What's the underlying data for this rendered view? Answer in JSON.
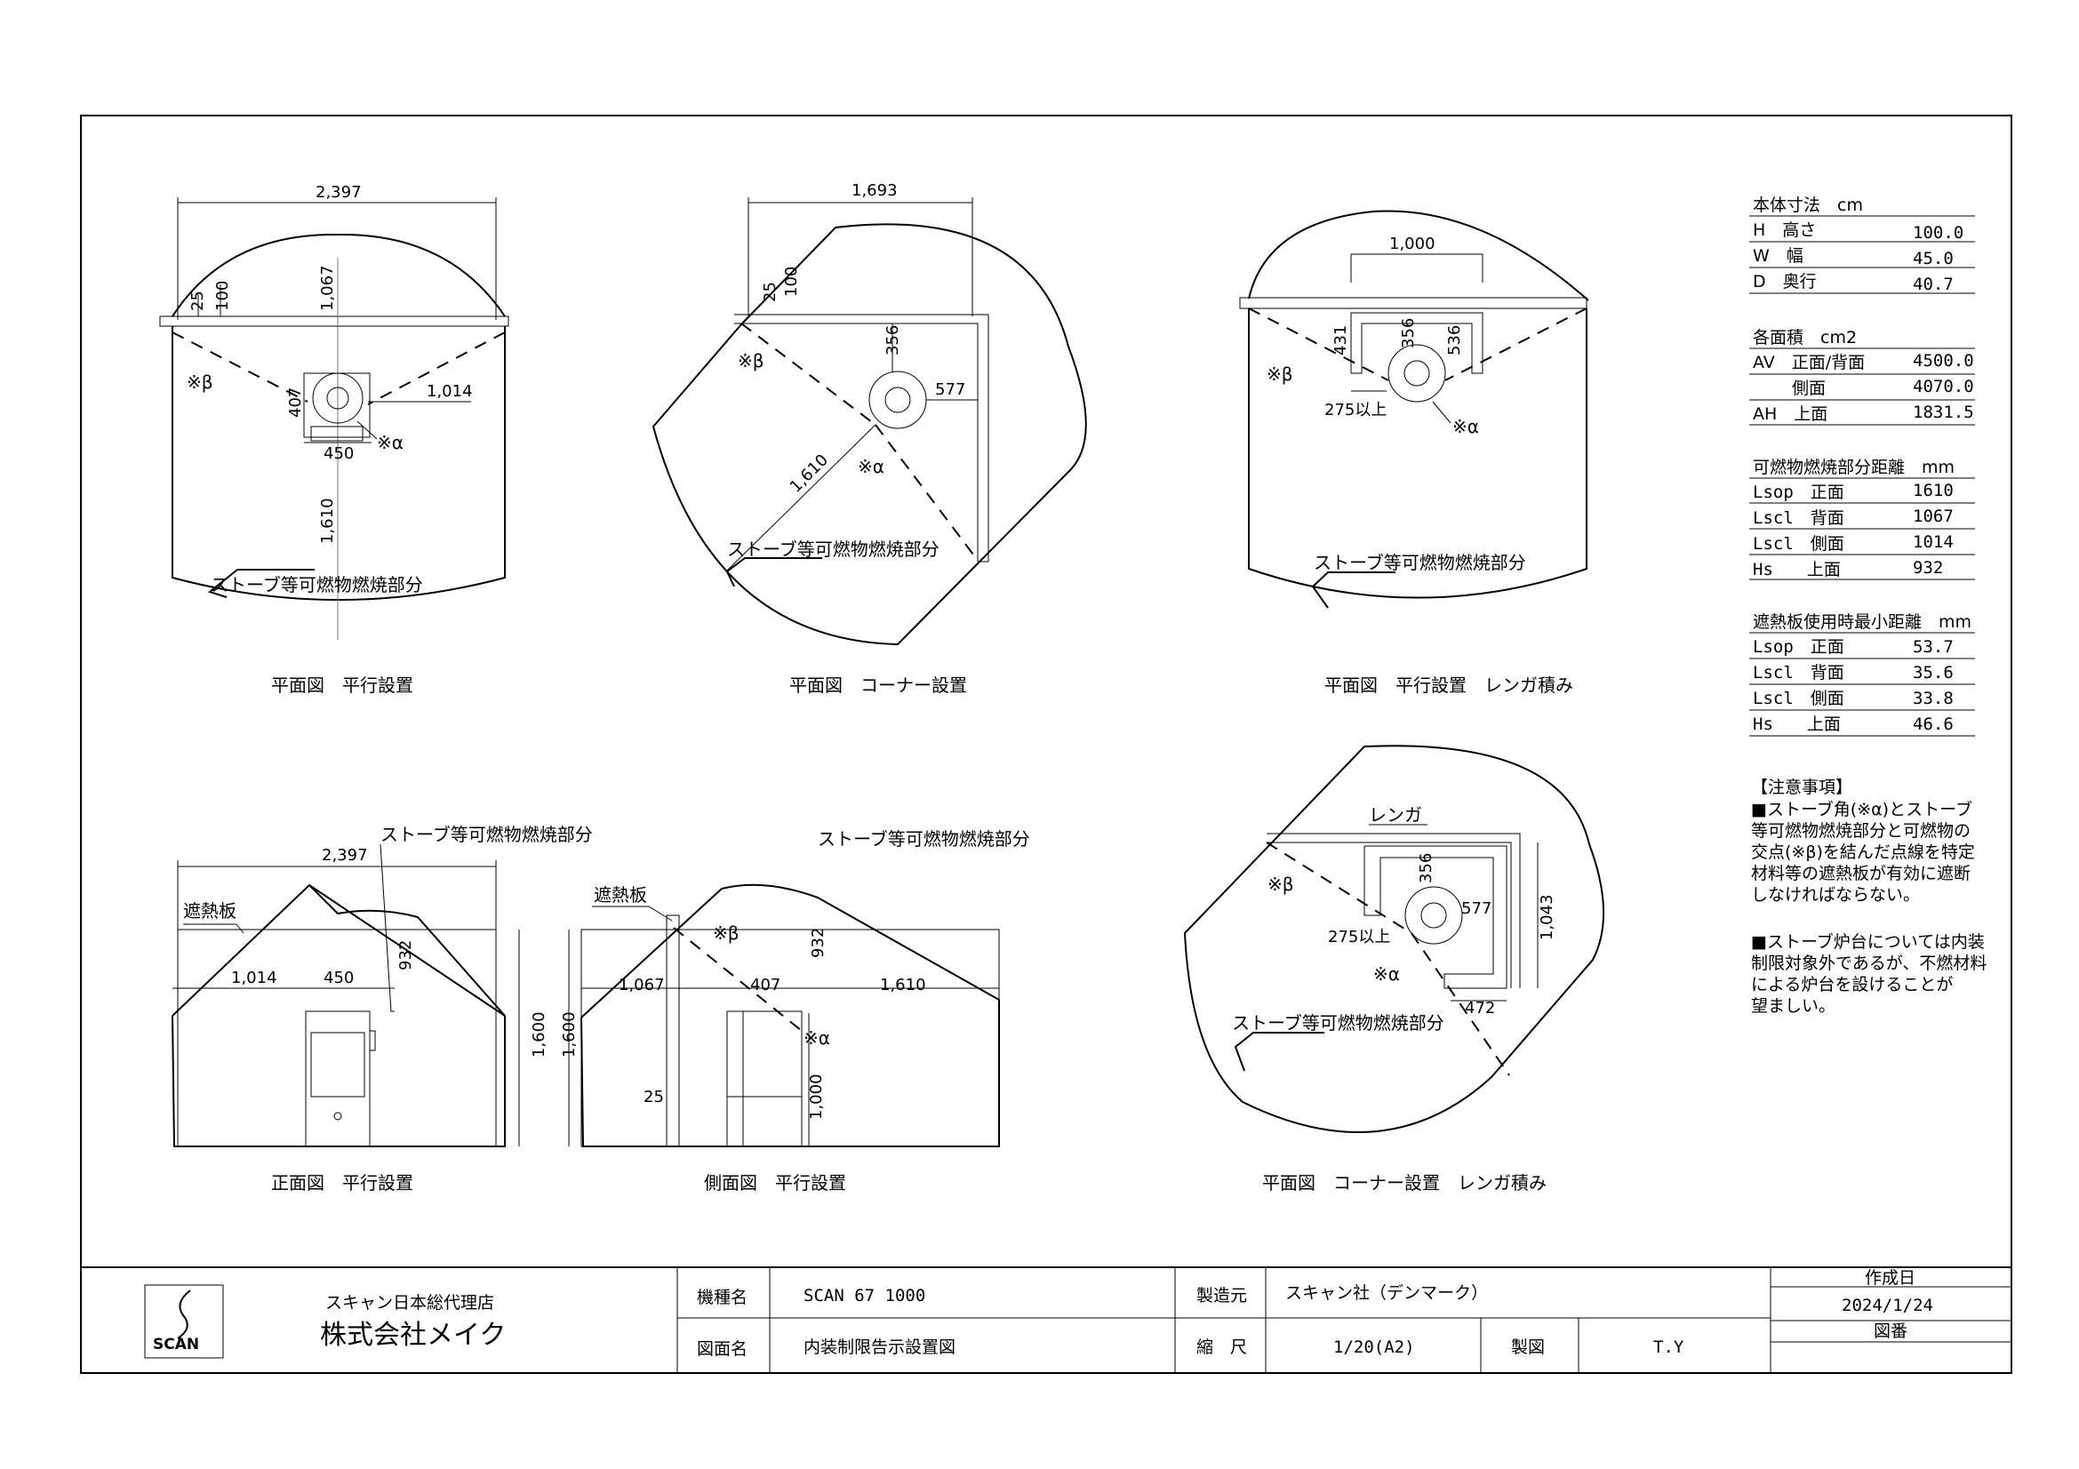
{
  "plans": {
    "plan1": {
      "caption": "平面図　平行設置",
      "width": "2,397",
      "back": "1,067",
      "d25": "25",
      "d100": "100",
      "stove_d": "407",
      "side": "1,014",
      "stove_w": "450",
      "front": "1,610",
      "beta": "※β",
      "alpha": "※α",
      "zone": "ストーブ等可燃物燃焼部分"
    },
    "plan2": {
      "caption": "平面図　コーナー設置",
      "width": "1,693",
      "d25": "25",
      "d100": "100",
      "d356": "356",
      "d577": "577",
      "front": "1,610",
      "beta": "※β",
      "alpha": "※α",
      "zone": "ストーブ等可燃物燃焼部分"
    },
    "plan3": {
      "caption": "平面図　平行設置　レンガ積み",
      "wall": "1,000",
      "d431": "431",
      "d356": "356",
      "d536": "536",
      "gap": "275以上",
      "beta": "※β",
      "alpha": "※α",
      "zone": "ストーブ等可燃物燃焼部分"
    },
    "plan4": {
      "caption": "平面図　コーナー設置　レンガ積み",
      "brick": "レンガ",
      "d356": "356",
      "d577": "577",
      "d1043": "1,043",
      "gap": "275以上",
      "d472": "472",
      "beta": "※β",
      "alpha": "※α",
      "zone": "ストーブ等可燃物燃焼部分"
    }
  },
  "elevations": {
    "front": {
      "caption": "正面図　平行設置",
      "zone": "ストーブ等可燃物燃焼部分",
      "width": "2,397",
      "shield": "遮熱板",
      "height": "932",
      "side": "1,014",
      "stove_w": "450",
      "total": "1,600"
    },
    "side": {
      "caption": "側面図　平行設置",
      "zone": "ストーブ等可燃物燃焼部分",
      "shield": "遮熱板",
      "beta": "※β",
      "alpha": "※α",
      "height": "932",
      "total": "1,600",
      "back": "1,067",
      "stove_d": "407",
      "front": "1,610",
      "d25": "25",
      "d1000": "1,000"
    }
  },
  "spec": {
    "body": {
      "title": "本体寸法　cm",
      "rows": [
        [
          "H　高さ",
          "100.0"
        ],
        [
          "W　幅",
          "45.0"
        ],
        [
          "D　奥行",
          "40.7"
        ]
      ]
    },
    "area": {
      "title": "各面積　cm2",
      "rows": [
        [
          "AV　正面/背面",
          "4500.0"
        ],
        [
          "　　 側面",
          "4070.0"
        ],
        [
          "AH　上面",
          "1831.5"
        ]
      ]
    },
    "dist": {
      "title": "可燃物燃焼部分距離　mm",
      "rows": [
        [
          "Lsop　正面",
          "1610"
        ],
        [
          "Lscl　背面",
          "1067"
        ],
        [
          "Lscl　側面",
          "1014"
        ],
        [
          "Hs　　上面",
          "932"
        ]
      ]
    },
    "min": {
      "title": "遮熱板使用時最小距離　mm",
      "rows": [
        [
          "Lsop　正面",
          "53.7"
        ],
        [
          "Lscl　背面",
          "35.6"
        ],
        [
          "Lscl　側面",
          "33.8"
        ],
        [
          "Hs　　上面",
          "46.6"
        ]
      ]
    }
  },
  "notes": {
    "title": "【注意事項】",
    "p1": [
      "■ストーブ角(※α)とストーブ",
      "等可燃物燃焼部分と可燃物の",
      "交点(※β)を結んだ点線を特定",
      "材料等の遮熱板が有効に遮断",
      "しなければならない。"
    ],
    "p2": [
      "■ストーブ炉台については内装",
      "制限対象外であるが、不燃材料",
      "による炉台を設けることが",
      "望ましい。"
    ]
  },
  "titleblock": {
    "logo": "SCAN",
    "agent": "スキャン日本総代理店",
    "company": "株式会社メイク",
    "model_label": "機種名",
    "model": "SCAN 67 1000",
    "drawing_label": "図面名",
    "drawing": "内装制限告示設置図",
    "maker_label": "製造元",
    "maker": "スキャン社（デンマーク）",
    "scale_label": "縮　尺",
    "scale": "1/20(A2)",
    "drawn_label": "製図",
    "drawn": "T.Y",
    "date_label": "作成日",
    "date": "2024/1/24",
    "no_label": "図番"
  }
}
